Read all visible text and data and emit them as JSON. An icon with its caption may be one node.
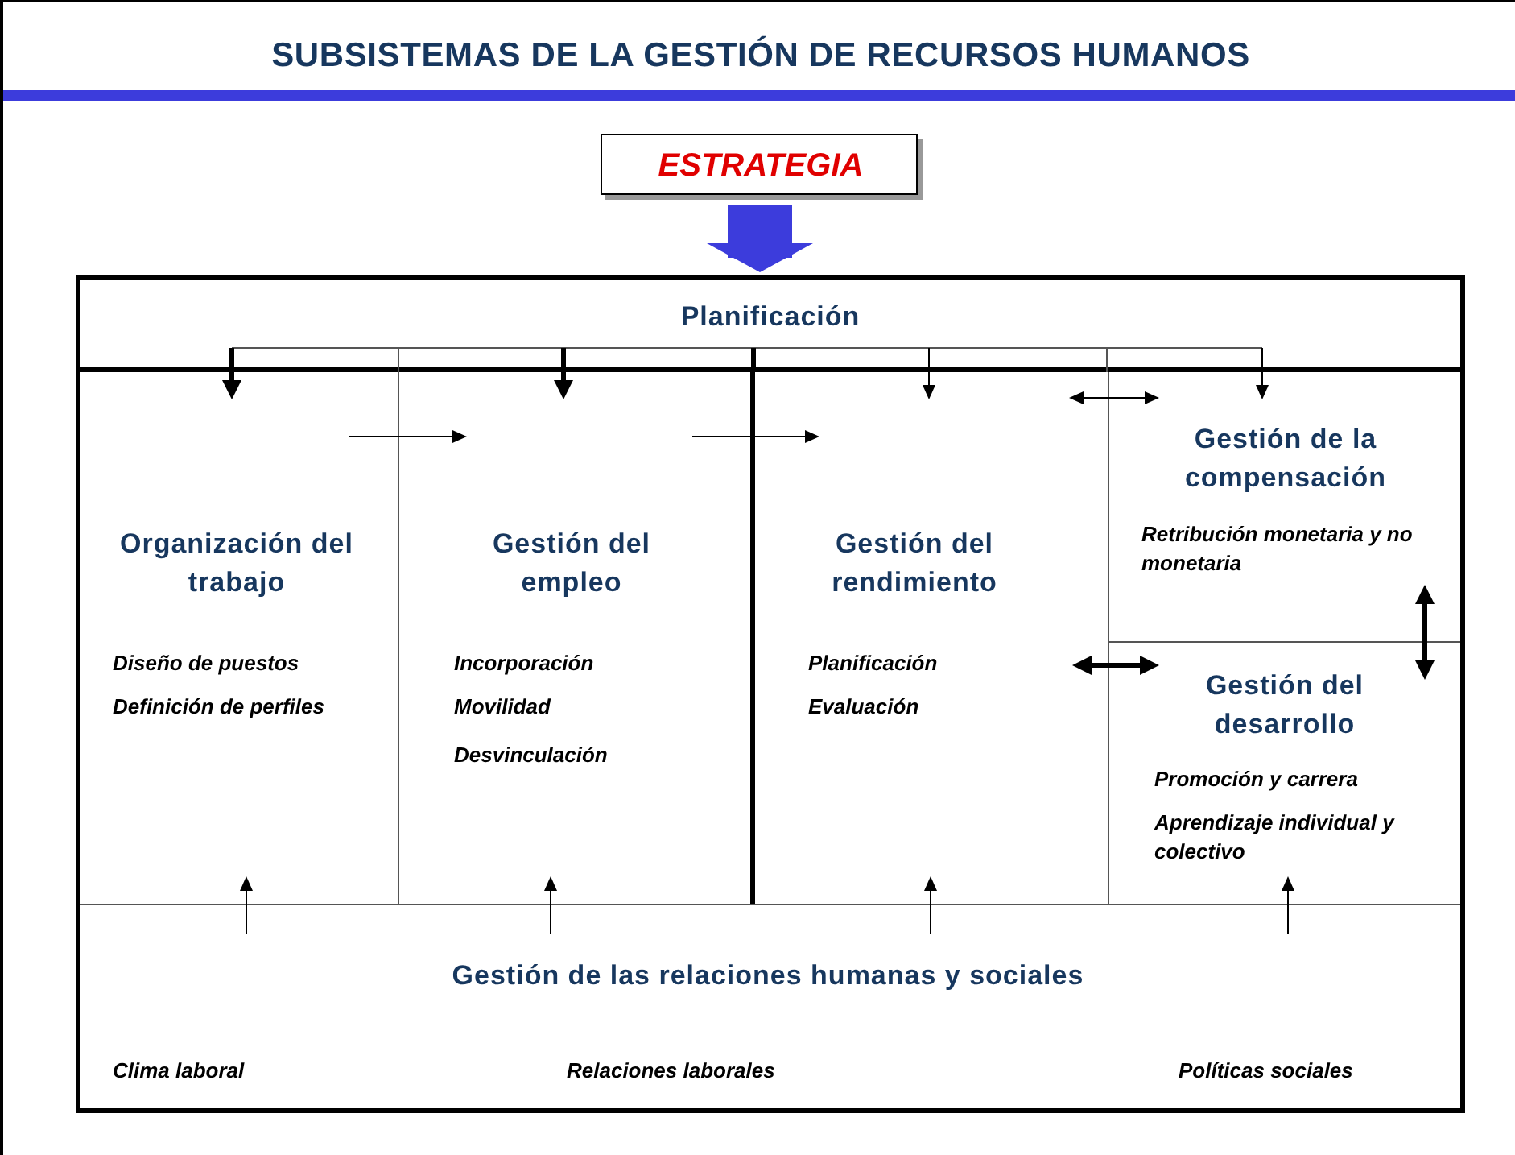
{
  "diagram": {
    "title": "SUBSISTEMAS DE LA GESTIÓN DE RECURSOS HUMANOS",
    "nodes": [
      {
        "text": [
          "ESTRATEGIA"
        ]
      },
      {
        "text": [],
        "shape": "box"
      },
      {
        "text": [
          "Planificación"
        ],
        "in": 1
      },
      {
        "text": [
          "Organización del trabajo",
          "Diseño de puestos",
          "Definición de perfiles"
        ],
        "in": 1
      },
      {
        "text": [
          "Gestión del empleo",
          "Incorporación",
          "Movilidad",
          "Desvinculación"
        ],
        "in": 1
      },
      {
        "text": [
          "Gestión del rendimiento",
          "Planificación",
          "Evaluación"
        ],
        "in": 1
      },
      {
        "text": [
          "Gestión de la compensación",
          "Retribución monetaria y no monetaria"
        ],
        "in": 1
      },
      {
        "text": [
          "Gestión del desarrollo",
          "Promoción y carrera",
          "Aprendizaje individual y colectivo"
        ],
        "in": 1
      },
      {
        "text": [
          "Gestión de las relaciones humanas y sociales",
          "Clima laboral",
          "Relaciones laborales",
          "Políticas sociales"
        ],
        "in": 1
      }
    ],
    "edges": [
      {
        "from": 0,
        "to": 1,
        "arrow": "to",
        "style": "thick",
        "color": "#3c3cdc"
      },
      {
        "from": 2,
        "to": 3,
        "arrow": "to",
        "style": "thick"
      },
      {
        "from": 2,
        "to": 4,
        "arrow": "to",
        "style": "thick"
      },
      {
        "from": 2,
        "to": 5,
        "arrow": "to"
      },
      {
        "from": 2,
        "to": 6,
        "arrow": "to"
      },
      {
        "from": 3,
        "to": 4,
        "arrow": "to"
      },
      {
        "from": 4,
        "to": 5,
        "arrow": "to"
      },
      {
        "from": 5,
        "to": 6,
        "arrow": "both"
      },
      {
        "from": 5,
        "to": 7,
        "arrow": "both",
        "style": "thick"
      },
      {
        "from": 6,
        "to": 7,
        "arrow": "both",
        "style": "thick"
      },
      {
        "from": 8,
        "to": 3,
        "arrow": "to"
      },
      {
        "from": 8,
        "to": 4,
        "arrow": "to"
      },
      {
        "from": 8,
        "to": 5,
        "arrow": "to"
      },
      {
        "from": 8,
        "to": 7,
        "arrow": "to"
      }
    ]
  }
}
